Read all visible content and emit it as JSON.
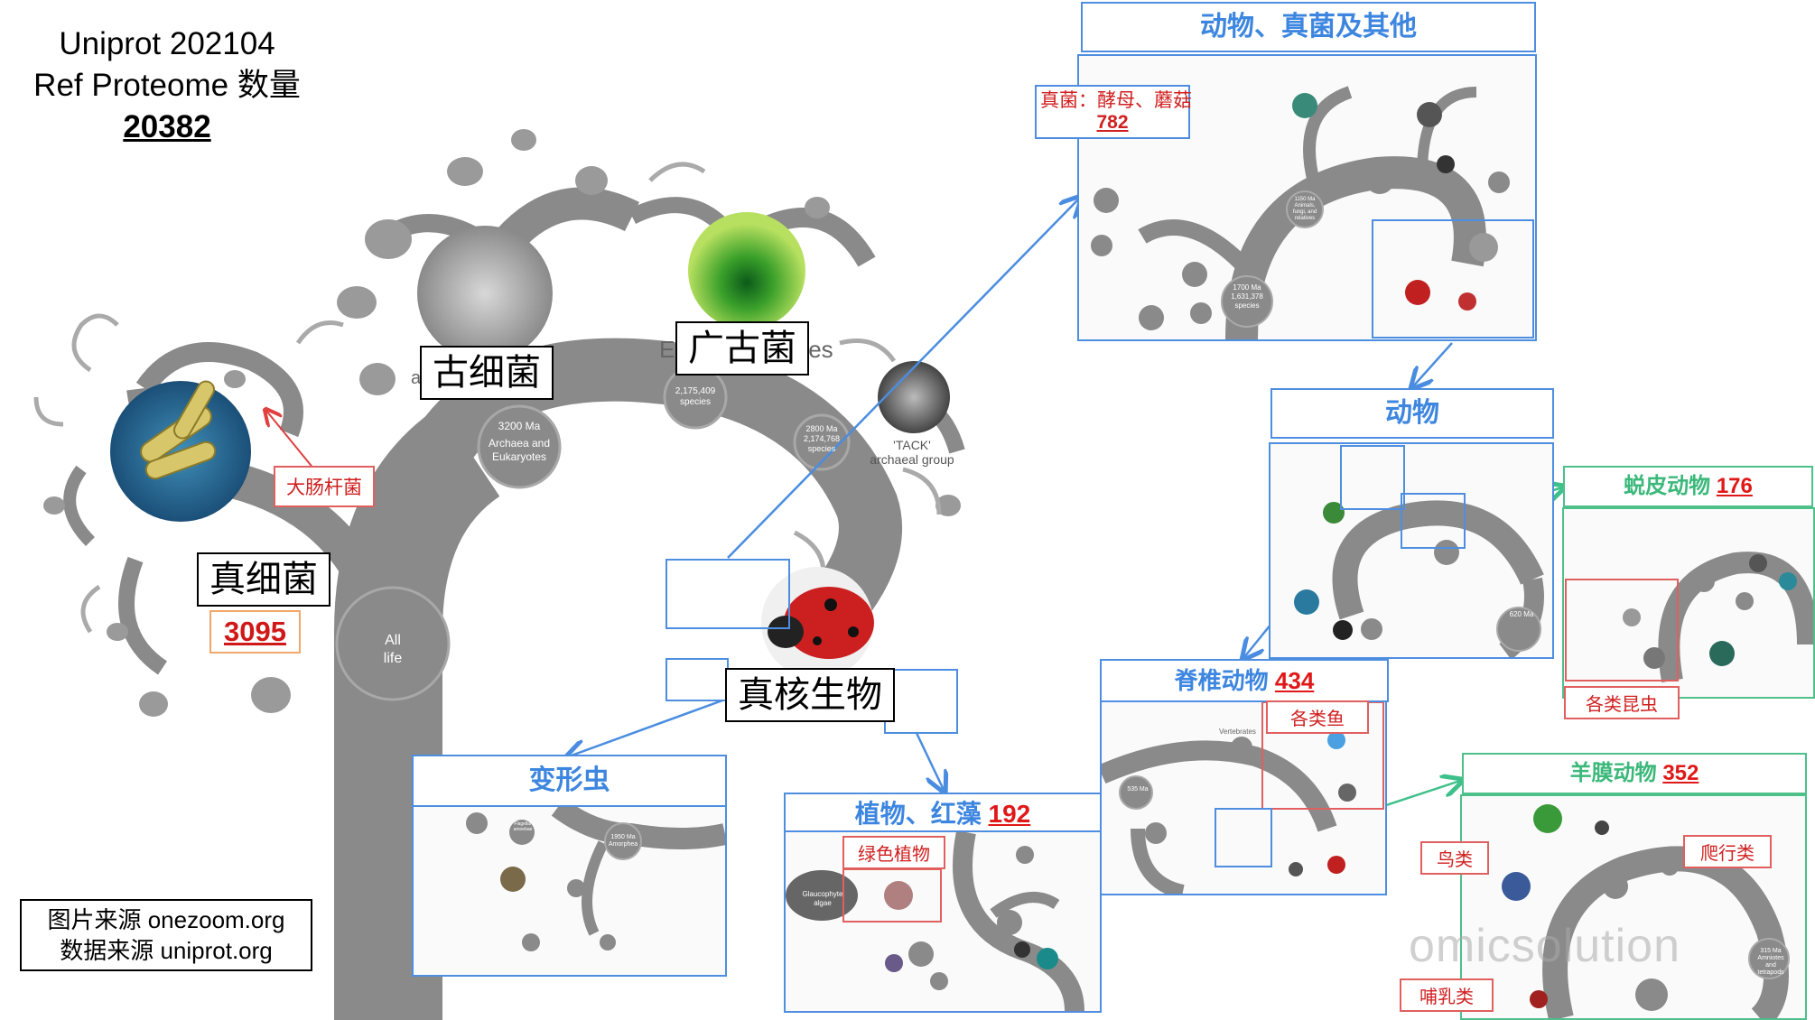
{
  "header": {
    "line1": "Uniprot 202104",
    "line2": "Ref Proteome 数量",
    "total": "20382"
  },
  "source": {
    "image_source": "图片来源 onezoom.org",
    "data_source": "数据来源 uniprot.org"
  },
  "main_tree": {
    "root_label_line1": "All",
    "root_label_line2": "life",
    "node_archaea_euk_ma": "3200 Ma",
    "node_archaea_euk_label1": "Archaea and",
    "node_archaea_euk_label2": "Eukaryotes",
    "node_euryarchaeota_count1": "2,175,409",
    "node_euryarchaeota_count2": "species",
    "node_tack_ma": "2800 Ma",
    "node_tack_count1": "2,174,768",
    "node_tack_count2": "species",
    "tack_label1": "'TACK'",
    "tack_label2": "archaeal group",
    "partial_label_left": "a",
    "partial_label_euk_left": "E",
    "partial_label_euk_right": "tes"
  },
  "labels": {
    "bacteria": "真细菌",
    "bacteria_count": "3095",
    "ecoli": "大肠杆菌",
    "archaea": "古细菌",
    "euryarchaeota": "广古菌",
    "eukaryotes": "真核生物"
  },
  "panels": {
    "animals_fungi": {
      "title": "动物、真菌及其他",
      "fungi_label": "真菌：酵母、蘑菇",
      "fungi_count": "782",
      "node_ma": "1700 Ma",
      "node_count1": "1,631,378",
      "node_count2": "species",
      "node_small1": "1150 Ma",
      "node_small2": "Animals,",
      "node_small3": "fungi, and",
      "node_small4": "relatives"
    },
    "animals": {
      "title": "动物",
      "node_ma": "620 Ma"
    },
    "ecdysozoa": {
      "title": "蜕皮动物",
      "count": "176",
      "insects_label": "各类昆虫"
    },
    "vertebrates": {
      "title": "脊椎动物",
      "count": "434",
      "fish_label": "各类鱼",
      "node_ma": "535 Ma",
      "node_label": "Vertebrates"
    },
    "amniotes": {
      "title": "羊膜动物",
      "count": "352",
      "birds_label": "鸟类",
      "reptiles_label": "爬行类",
      "mammals_label": "哺乳类",
      "node_ma": "315 Ma",
      "node_label1": "Amniotes",
      "node_label2": "and",
      "node_label3": "tetrapods"
    },
    "amoebozoa": {
      "title": "变形虫",
      "node_ma": "1950 Ma",
      "node_label": "Amorphea",
      "small_label1": "Flagellar",
      "small_label2": "amoebae"
    },
    "plants": {
      "title": "植物、红藻",
      "count": "192",
      "green_plants_label": "绿色植物",
      "side_label1": "Glaucophyte",
      "side_label2": "algae"
    }
  },
  "watermark": "omicsolution",
  "colors": {
    "tree_gray": "#8a8a8a",
    "panel_blue": "#4e8ee0",
    "panel_green": "#4ec08a",
    "label_red": "#d02020",
    "arrow_blue": "#4a8de0",
    "arrow_green": "#3ec08a",
    "arrow_red": "#e04040"
  }
}
